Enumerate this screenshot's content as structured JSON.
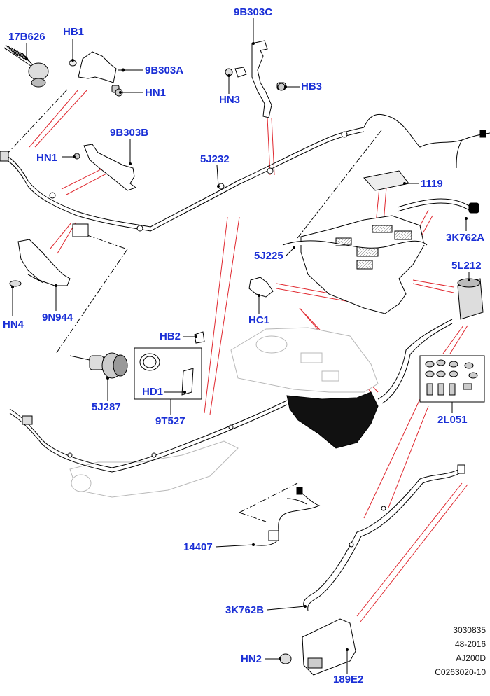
{
  "callouts": {
    "c17B626": "17B626",
    "cHB1": "HB1",
    "c9B303A": "9B303A",
    "cHN1a": "HN1",
    "c9B303C": "9B303C",
    "cHN3": "HN3",
    "cHB3": "HB3",
    "c9B303B": "9B303B",
    "cHN1b": "HN1",
    "c5J232": "5J232",
    "c1119": "1119",
    "c3K762A": "3K762A",
    "c5J225": "5J225",
    "c5L212": "5L212",
    "cHN4": "HN4",
    "c9N944": "9N944",
    "cHC1": "HC1",
    "cHB2": "HB2",
    "cHD1": "HD1",
    "c5J287": "5J287",
    "c9T527": "9T527",
    "c2L051": "2L051",
    "c14407": "14407",
    "c3K762B": "3K762B",
    "cHN2": "HN2",
    "c189E2": "189E2"
  },
  "reference": {
    "line1": "3030835",
    "line2": "48-2016",
    "line3": "AJ200D",
    "line4": "C0263020-10"
  },
  "colors": {
    "label": "#1a2fd6",
    "leader_red": "#e0282f",
    "line": "#000000",
    "ghost": "#b8b8b8"
  }
}
